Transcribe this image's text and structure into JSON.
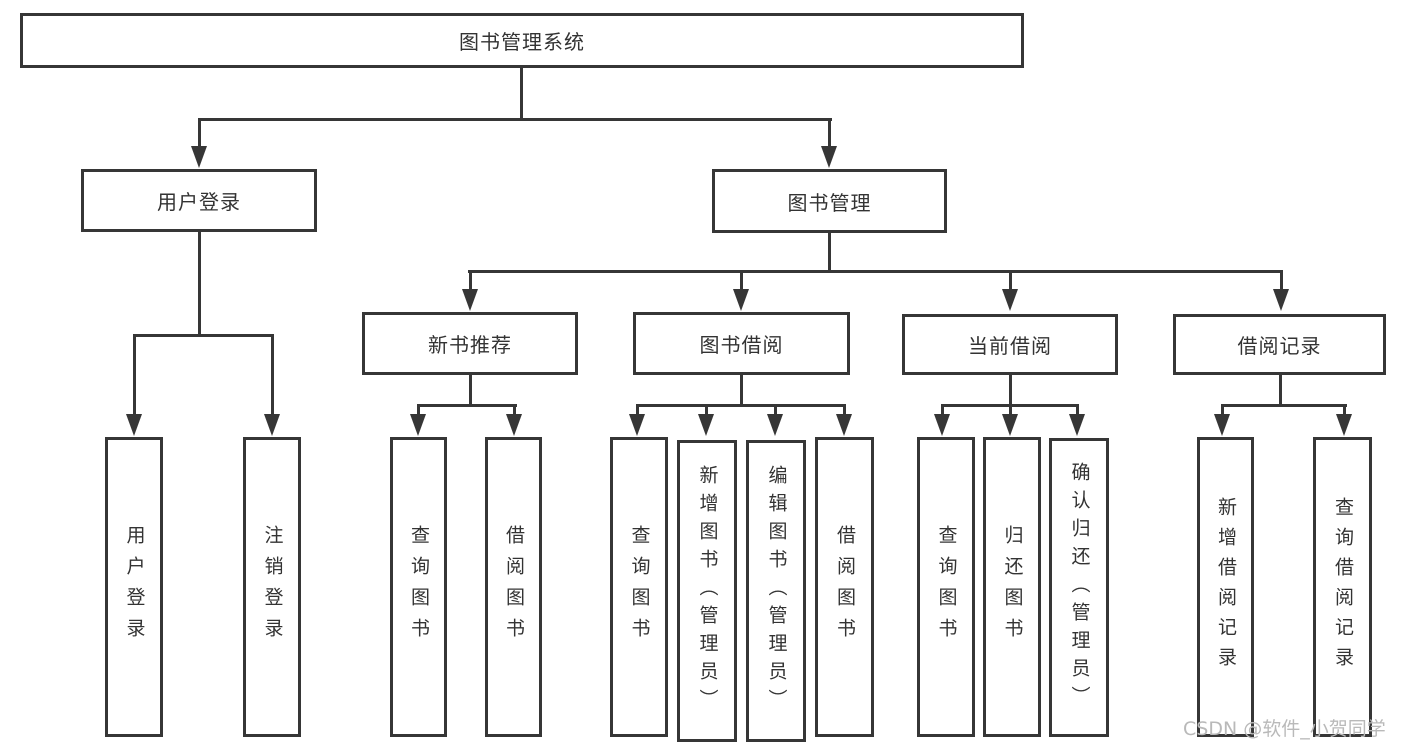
{
  "diagram": {
    "title": "图书管理系统",
    "watermark": "CSDN @软件_小贺同学",
    "colors": {
      "line": "#363636",
      "text": "#333333",
      "watermark": "#b9b9b9",
      "background": "#ffffff"
    },
    "tree": {
      "label": "图书管理系统",
      "children": [
        {
          "label": "用户登录",
          "children": [
            {
              "label": "用户登录"
            },
            {
              "label": "注销登录"
            }
          ]
        },
        {
          "label": "图书管理",
          "children": [
            {
              "label": "新书推荐",
              "children": [
                {
                  "label": "查询图书"
                },
                {
                  "label": "借阅图书"
                }
              ]
            },
            {
              "label": "图书借阅",
              "children": [
                {
                  "label": "查询图书"
                },
                {
                  "label": "新增图书（管理员）"
                },
                {
                  "label": "编辑图书（管理员）"
                },
                {
                  "label": "借阅图书"
                }
              ]
            },
            {
              "label": "当前借阅",
              "children": [
                {
                  "label": "查询图书"
                },
                {
                  "label": "归还图书"
                },
                {
                  "label": "确认归还（管理员）"
                }
              ]
            },
            {
              "label": "借阅记录",
              "children": [
                {
                  "label": "新增借阅记录"
                },
                {
                  "label": "查询借阅记录"
                }
              ]
            }
          ]
        }
      ]
    }
  }
}
